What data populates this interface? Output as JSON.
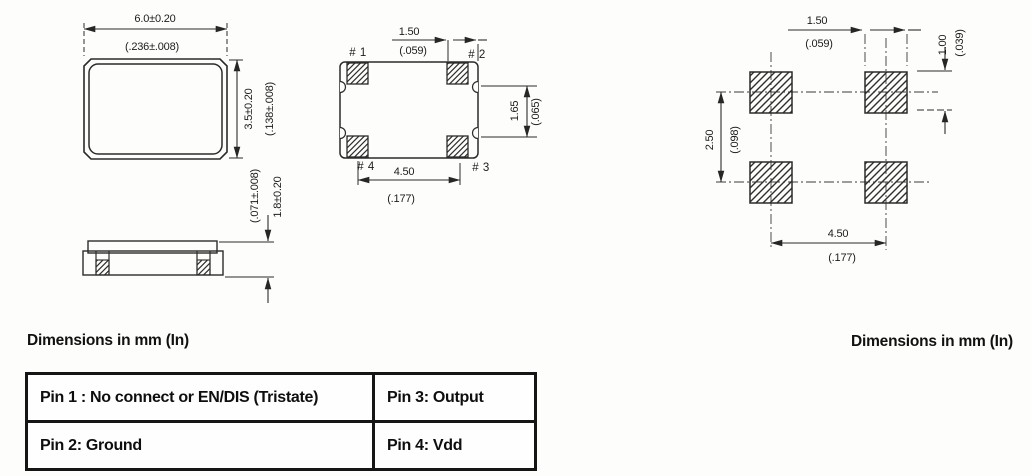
{
  "drawing": {
    "top_view": {
      "dim_width_mm": "6.0±0.20",
      "dim_width_in": "(.236±.008)",
      "dim_height_mm": "3.5±0.20",
      "dim_height_in": "(.138±.008)"
    },
    "side_view": {
      "dim_height_in": "(.071±.008)",
      "dim_height_mm": "1.8±0.20"
    },
    "bottom_view": {
      "pin1_label": "# 1",
      "pin2_label": "# 2",
      "pin3_label": "# 3",
      "pin4_label": "# 4",
      "dim_pad_mm": "1.50",
      "dim_pad_in": "(.059)",
      "dim_side_mm": "1.65",
      "dim_side_in": "(.065)",
      "dim_pitch_mm": "4.50",
      "dim_pitch_in": "(.177)"
    },
    "land_pattern": {
      "dim_pad_mm": "1.50",
      "dim_pad_in": "(.059)",
      "dim_height_mm": "1.00",
      "dim_height_in": "(.039)",
      "dim_vpitch_mm": "2.50",
      "dim_vpitch_in": "(.098)",
      "dim_hpitch_mm": "4.50",
      "dim_hpitch_in": "(.177)"
    }
  },
  "captions": {
    "left": "Dimensions in mm (In)",
    "right": "Dimensions in mm (In)"
  },
  "pin_table": {
    "rows": [
      [
        "Pin 1 : No connect or EN/DIS (Tristate)",
        "Pin 3: Output"
      ],
      [
        "Pin 2: Ground",
        "Pin 4: Vdd"
      ]
    ]
  }
}
